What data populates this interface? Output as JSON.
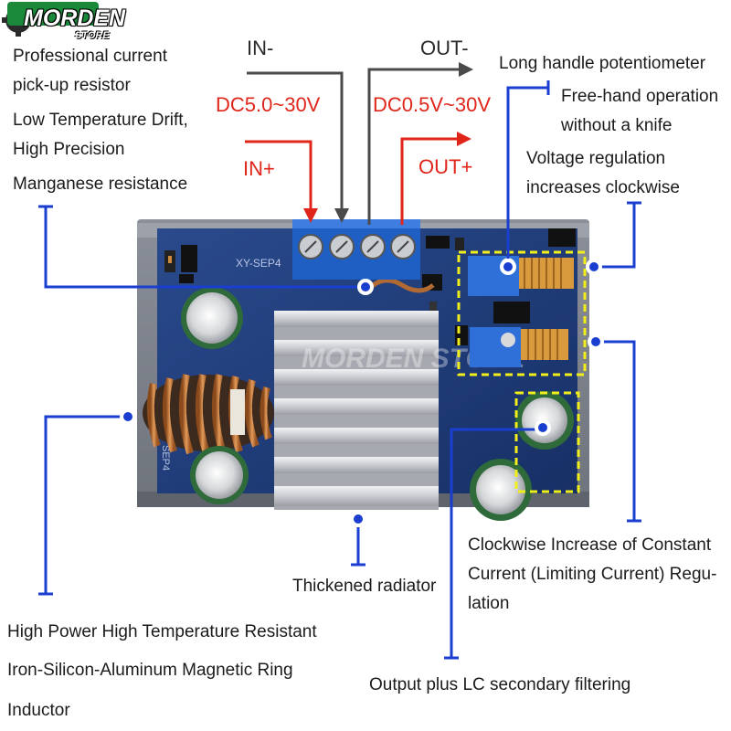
{
  "logo": {
    "brand": "MORDEN",
    "sub": "STORE"
  },
  "terminals": {
    "in_minus": "IN-",
    "in_voltage": "DC5.0~30V",
    "in_plus": "IN+",
    "out_minus": "OUT-",
    "out_voltage": "DC0.5V~30V",
    "out_plus": "OUT+"
  },
  "board": {
    "silkscreen_top": "XY-SEP4",
    "silkscreen_bottom": "SEP4",
    "watermark": "MORDEN STORE"
  },
  "annotations": {
    "current_resistor_line1": "Professional current",
    "current_resistor_line2": "pick-up resistor",
    "drift_line1": "Low Temperature Drift,",
    "drift_line2": "High Precision",
    "manganese": "Manganese resistance",
    "pot_title": "Long handle potentiometer",
    "pot_line1": "Free-hand operation",
    "pot_line2": "without a knife",
    "voltage_line1": "Voltage regulation",
    "voltage_line2": "increases clockwise",
    "current_reg_line1": "Clockwise Increase of Constant",
    "current_reg_line2": "Current (Limiting Current) Regu-",
    "current_reg_line3": "lation",
    "radiator": "Thickened radiator",
    "inductor_line1": "High Power High Temperature Resistant",
    "inductor_line2": "Iron-Silicon-Aluminum Magnetic Ring",
    "inductor_line3": "Inductor",
    "filter": "Output plus LC secondary filtering"
  },
  "colors": {
    "arrow_red": "#e0261a",
    "arrow_gray": "#4a4a4a",
    "callout_blue": "#1a3fd0",
    "highlight_yellow": "#f2ee1a",
    "pcb_blue": "#1e3a78",
    "terminal_blue": "#1f5fc4"
  }
}
